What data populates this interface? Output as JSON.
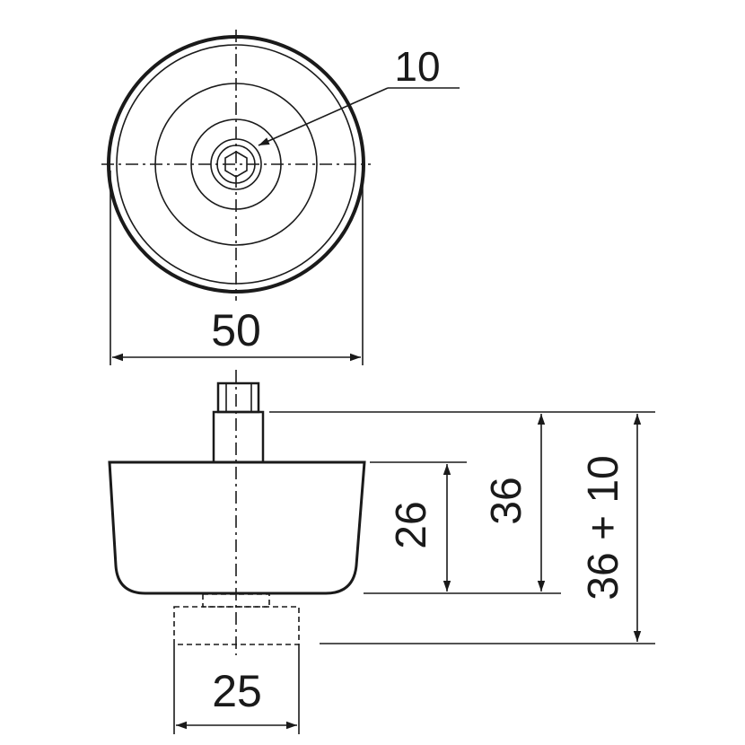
{
  "dimensions": {
    "hex_socket": "10",
    "diameter": "50",
    "body_height": "26",
    "total_height": "36",
    "total_height_with_stud": "36 + 10",
    "insert_width": "25"
  },
  "colors": {
    "ink": "#1a1a1a",
    "background": "#ffffff"
  }
}
